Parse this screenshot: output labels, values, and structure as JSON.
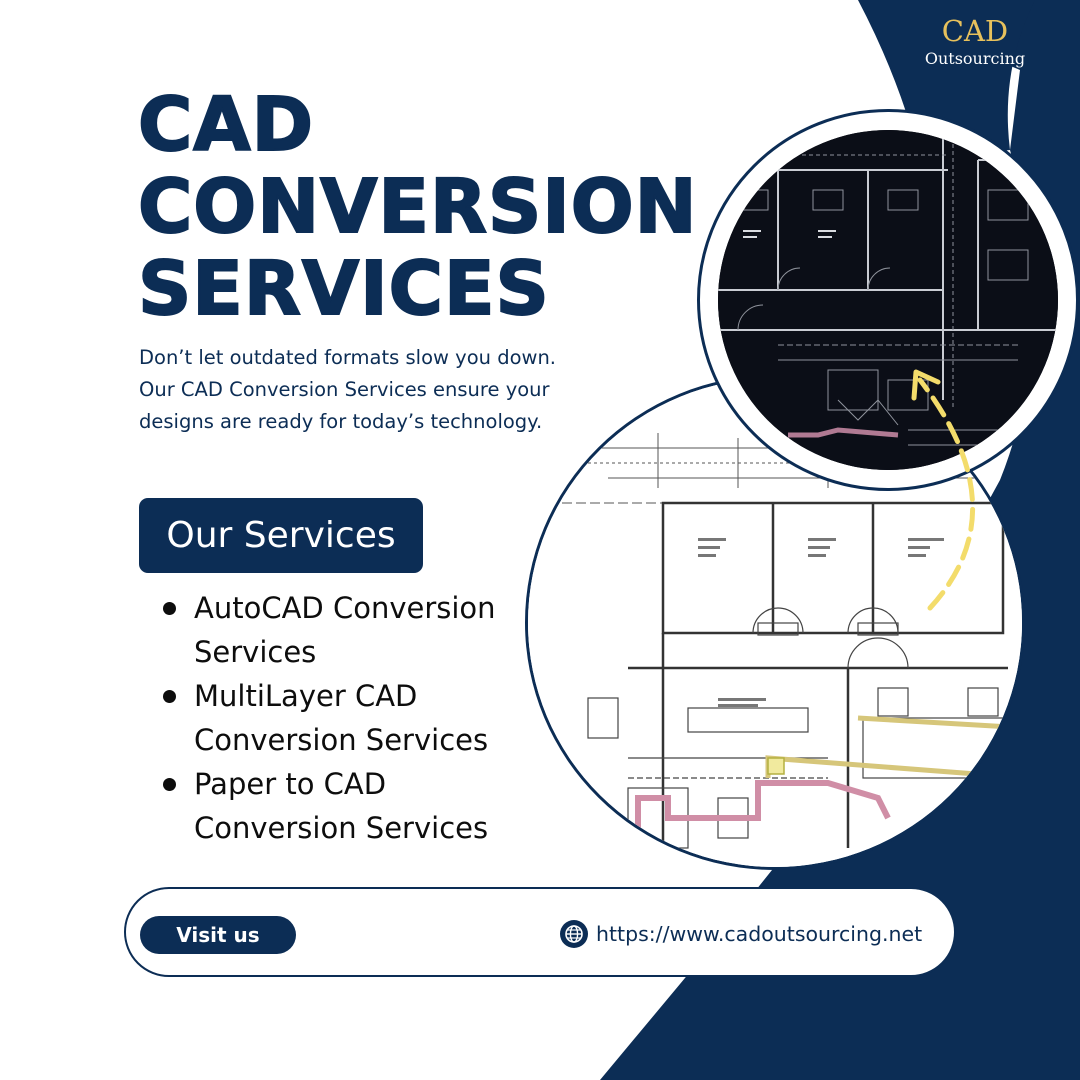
{
  "logo": {
    "main": "CAD",
    "sub": "Outsourcing"
  },
  "headline": {
    "lines": [
      "CAD",
      "CONVERSION",
      "SERVICES"
    ]
  },
  "intro": {
    "lines": [
      "Don’t let outdated formats slow you down.",
      "Our CAD Conversion Services ensure your",
      "designs are ready for today’s technology."
    ]
  },
  "services": {
    "heading": "Our Services",
    "items": [
      {
        "line1": "AutoCAD Conversion",
        "line2": "Services"
      },
      {
        "line1": "MultiLayer CAD",
        "line2": "Conversion Services"
      },
      {
        "line1": "Paper to CAD",
        "line2": "Conversion Services"
      }
    ]
  },
  "footer": {
    "visit_label": "Visit us",
    "url": "https://www.cadoutsourcing.net"
  },
  "colors": {
    "navy": "#0c2d55",
    "gold": "#e7c15c",
    "arrow": "#f3dc6b"
  },
  "icons": {
    "website": "globe-icon"
  }
}
